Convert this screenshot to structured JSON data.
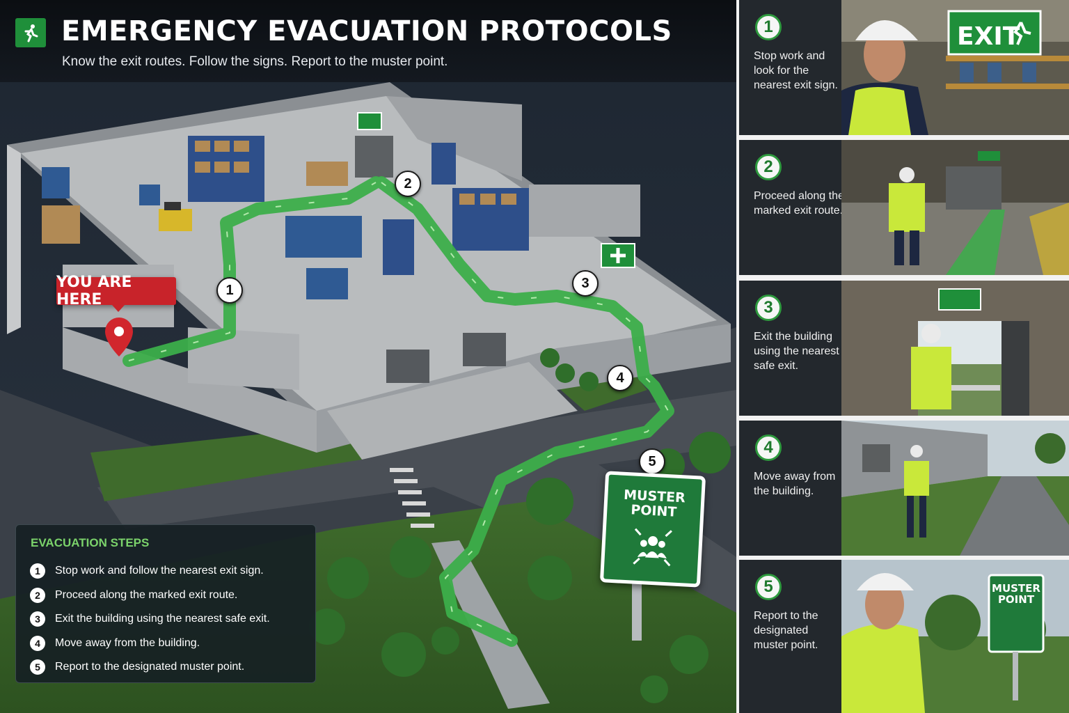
{
  "header": {
    "title": "EMERGENCY EVACUATION PROTOCOLS",
    "subtitle": "Know the exit routes. Follow the signs. Report to the muster point.",
    "icon": "running-exit-icon"
  },
  "map": {
    "you_are_here": "YOU ARE HERE",
    "markers": [
      "1",
      "2",
      "3",
      "4",
      "5"
    ],
    "muster_sign": {
      "line1": "MUSTER",
      "line2": "POINT"
    },
    "route_color": "#3cae4a"
  },
  "steps_panel": {
    "title": "EVACUATION STEPS",
    "steps": [
      {
        "num": "1",
        "text": "Stop work and follow the nearest exit sign."
      },
      {
        "num": "2",
        "text": "Proceed along the marked exit route."
      },
      {
        "num": "3",
        "text": "Exit the building using the nearest safe exit."
      },
      {
        "num": "4",
        "text": "Move away from the building."
      },
      {
        "num": "5",
        "text": "Report to the designated muster point."
      }
    ]
  },
  "cards": [
    {
      "num": "1",
      "text": "Stop work and look for the nearest exit sign.",
      "sign": "EXIT"
    },
    {
      "num": "2",
      "text": "Proceed along the marked exit route."
    },
    {
      "num": "3",
      "text": "Exit the building using the nearest safe exit."
    },
    {
      "num": "4",
      "text": "Move away from the building."
    },
    {
      "num": "5",
      "text": "Report to the designated muster point.",
      "sign_line1": "MUSTER",
      "sign_line2": "POINT"
    }
  ],
  "colors": {
    "accent_green": "#1f8f3a",
    "alert_red": "#c8232a",
    "vest_yellow": "#c9e83a"
  }
}
